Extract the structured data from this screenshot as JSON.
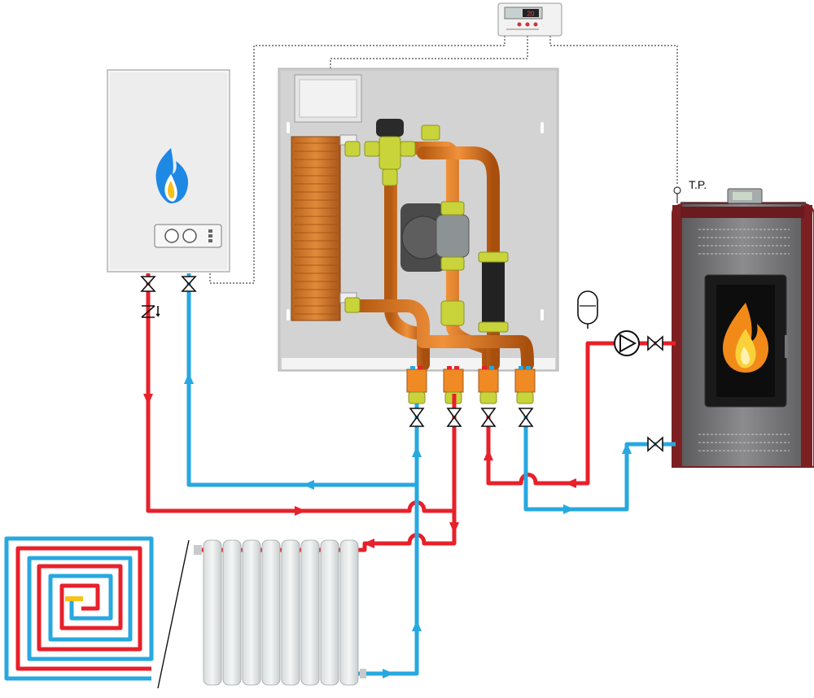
{
  "labels": {
    "tp": "T.P.",
    "thermostat_display": "20"
  },
  "colors": {
    "hot": "#e8202a",
    "cold": "#27a8e0",
    "copper": "#f08a24",
    "brass": "#c9d43a",
    "panel": "#cfcfcf",
    "stove_body": "#7a7a7c",
    "stove_side": "#7b1f23",
    "flame_blue": "#1e88e5"
  },
  "icons": [
    "flame-icon",
    "valve-icon",
    "check-valve-icon",
    "pump-icon",
    "expansion-tank-icon",
    "thermostat-icon",
    "arrow-icon"
  ],
  "components": [
    "boiler",
    "hydraulic-module",
    "pellet-stove",
    "radiator",
    "underfloor-heating",
    "room-thermostat"
  ]
}
